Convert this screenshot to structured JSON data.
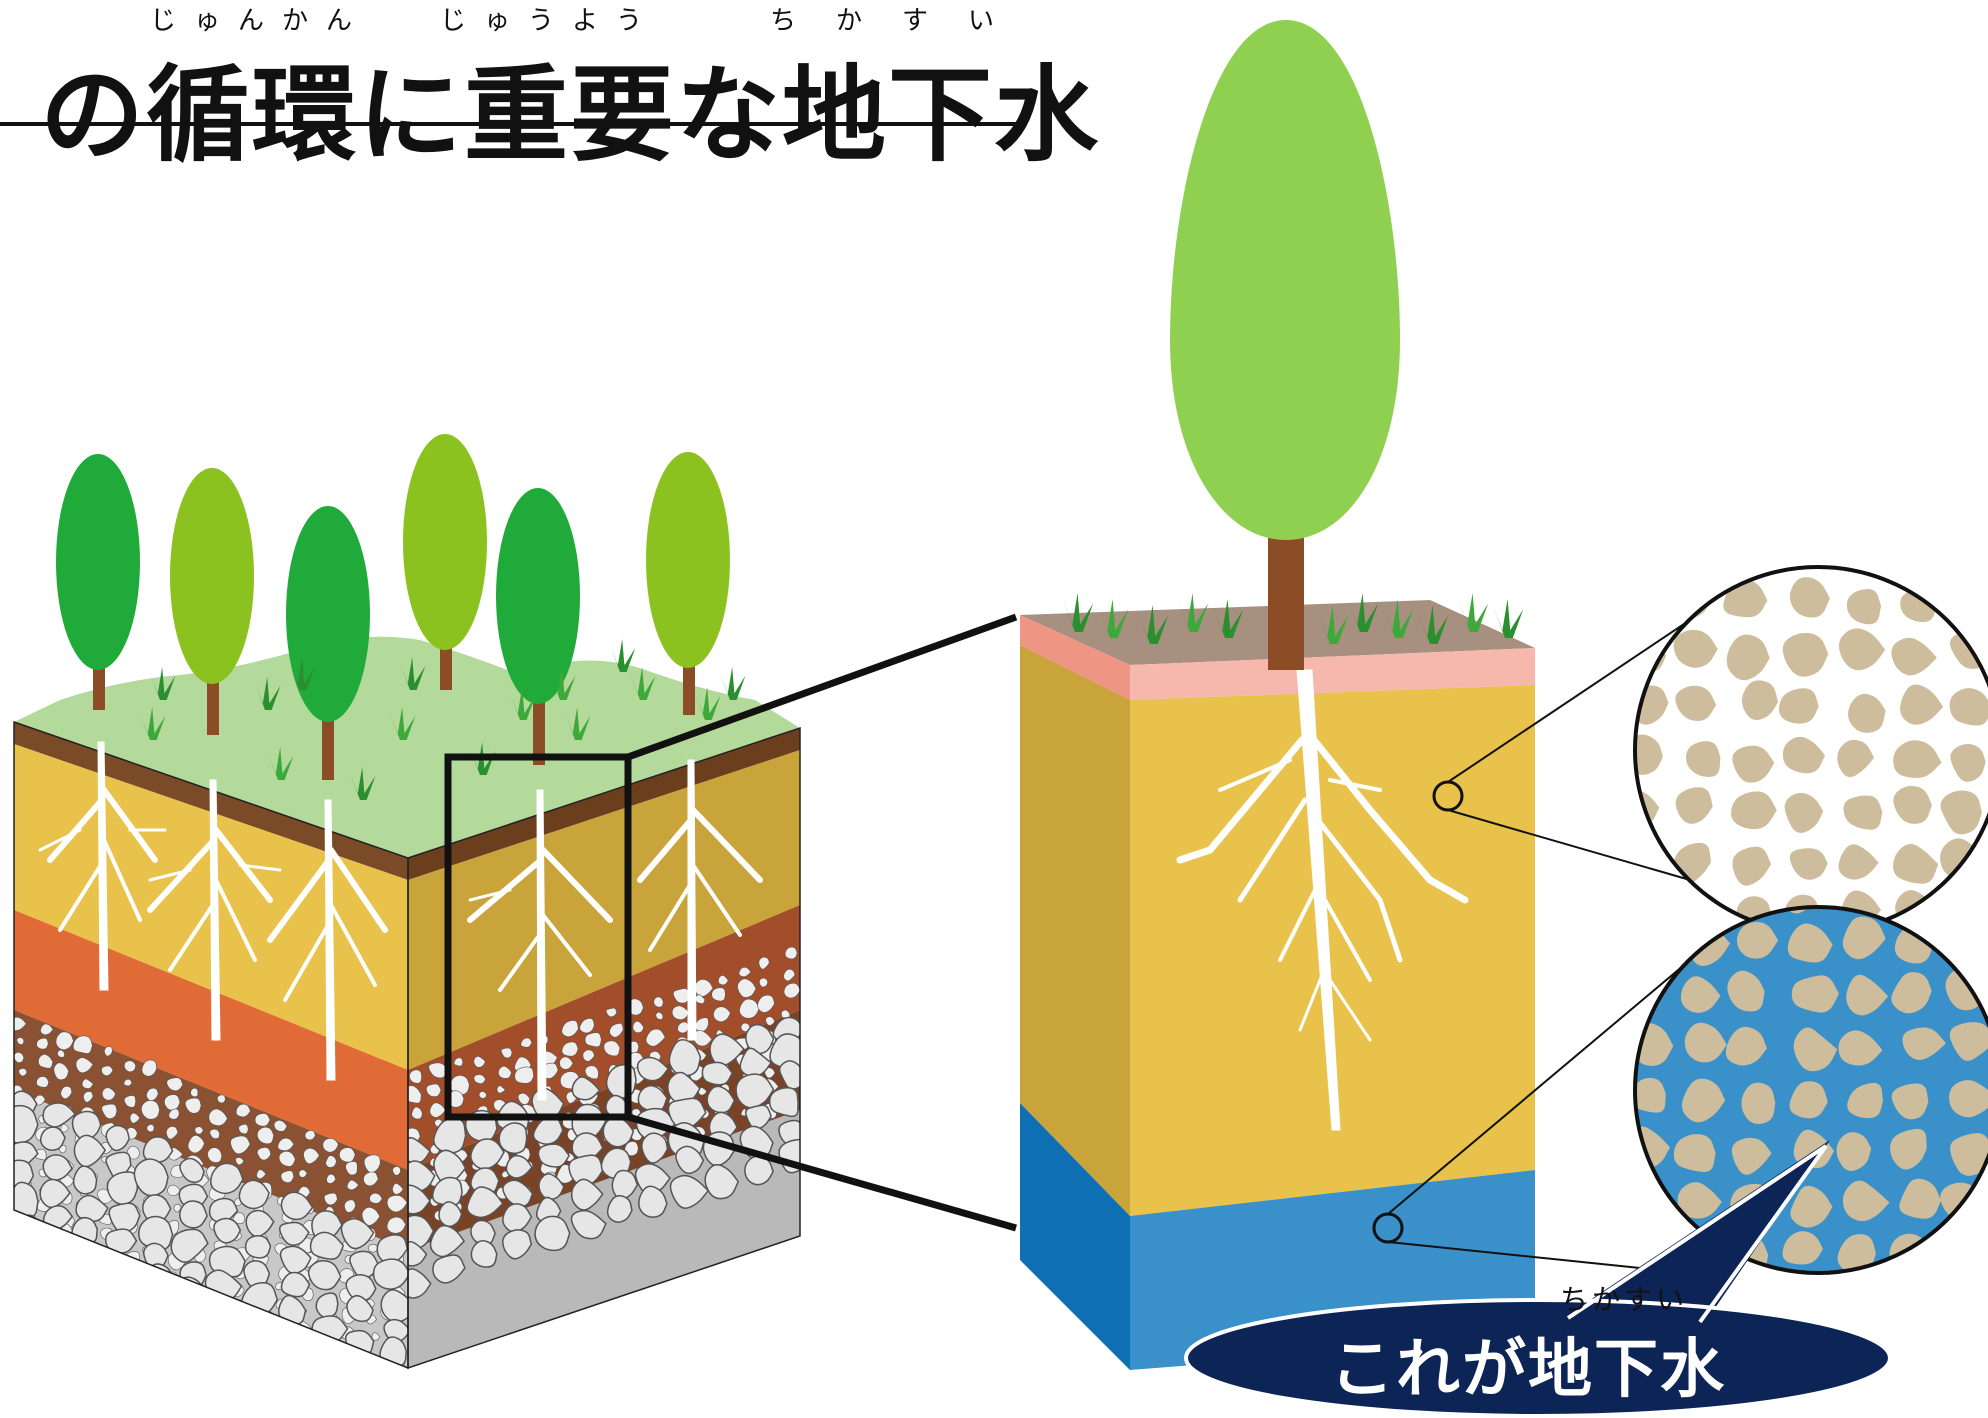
{
  "title": {
    "text": "の循環に重要な地下水",
    "ruby_junkan": "じゅんかん",
    "ruby_juuyou": "じゅうよう",
    "ruby_chikasui": "ちかすい"
  },
  "callout": {
    "text": "これが地下水",
    "ruby": "ちかすい"
  },
  "colors": {
    "tree_dark": "#1faa3a",
    "tree_light": "#8cc21f",
    "tree_pale": "#8fd050",
    "grass_surface": "#b3d99b",
    "topsoil_brown": "#7b4a26",
    "sand_yellow": "#e8c24a",
    "clay_orange": "#e16b37",
    "gravel_brown": "#8a5232",
    "bedrock_gray": "#dcdcdc",
    "water_blue": "#3a90c8",
    "callout_navy": "#0d2456",
    "pink_layer": "#f3a99a",
    "pebble_tan": "#cdbd9c"
  }
}
